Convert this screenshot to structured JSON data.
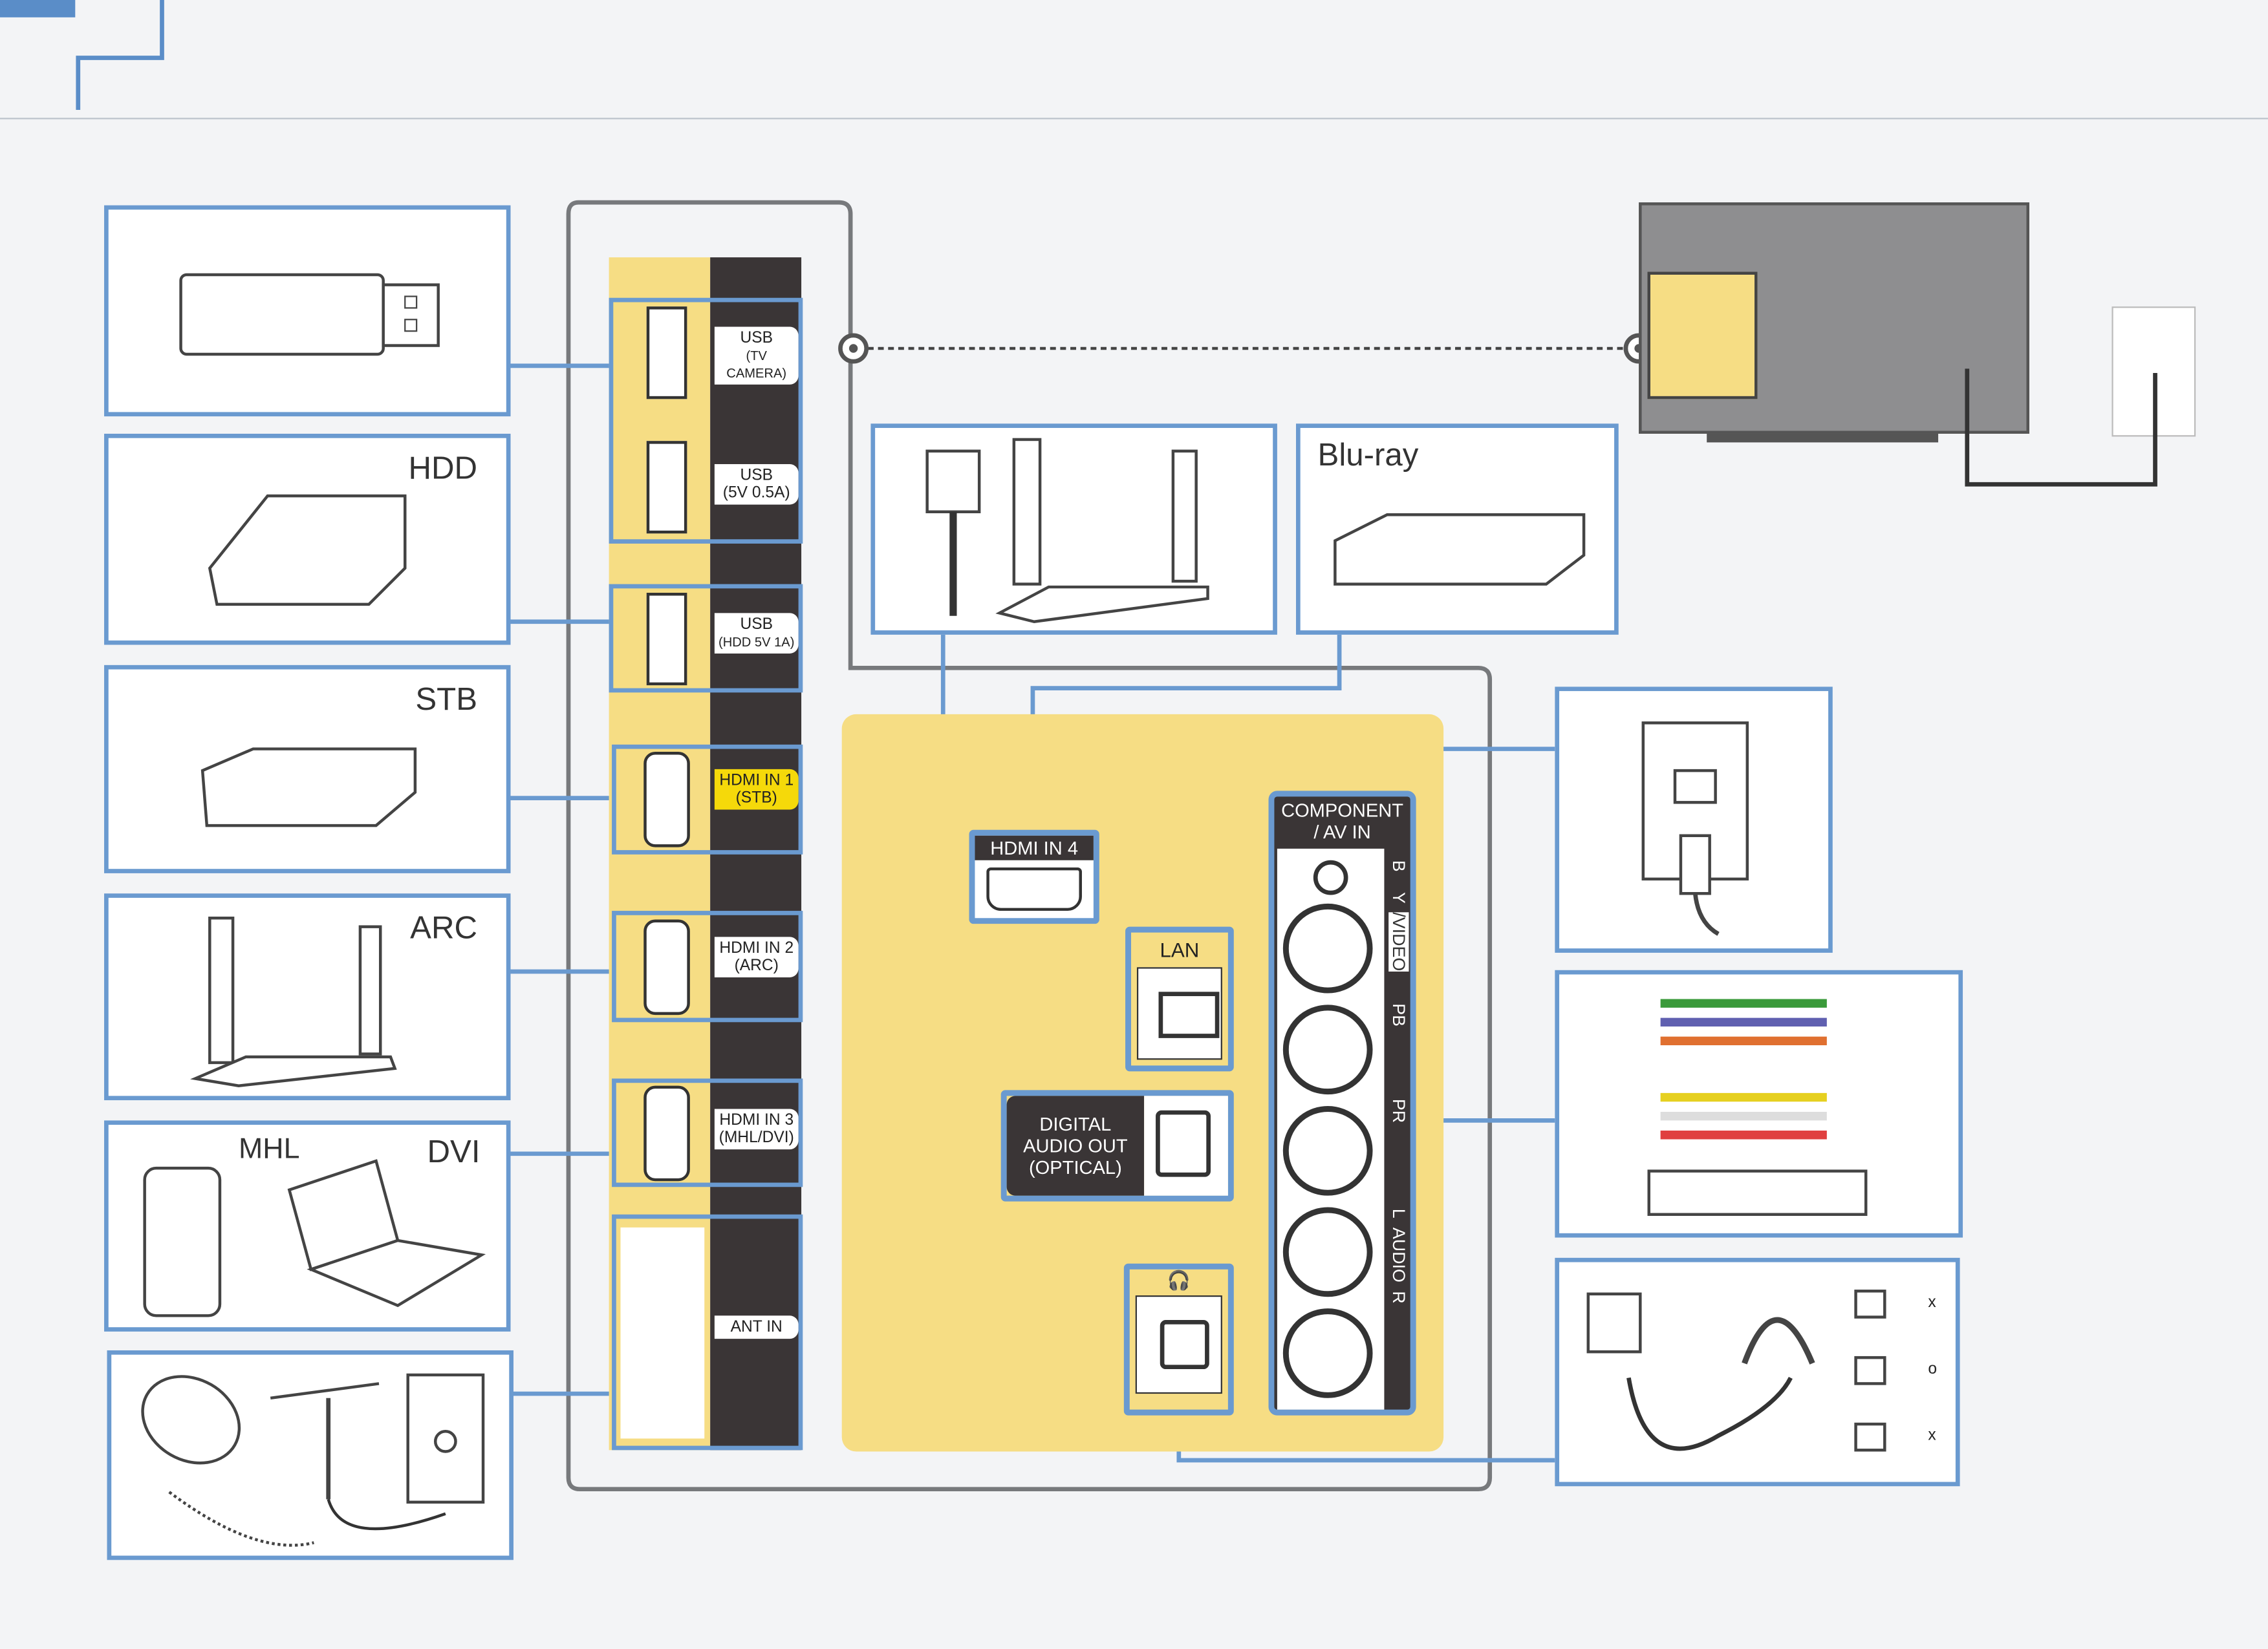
{
  "devices": {
    "hdd": "HDD",
    "stb": "STB",
    "arc": "ARC",
    "mhl": "MHL",
    "dvi": "DVI",
    "bluray": "Blu-ray"
  },
  "side_ports": [
    {
      "line1": "USB",
      "line2": "(TV CAMERA)",
      "icon": "usb-icon"
    },
    {
      "line1": "USB",
      "line2": "(5V 0.5A)",
      "icon": "usb-icon"
    },
    {
      "line1": "USB",
      "line2": "(HDD 5V 1A)",
      "icon": "usb-icon"
    },
    {
      "line1": "HDMI IN 1",
      "line2": "(STB)",
      "highlight": "#f5d90a"
    },
    {
      "line1": "HDMI IN 2",
      "line2": "(ARC)"
    },
    {
      "line1": "HDMI IN 3",
      "line2": "(MHL/DVI)"
    },
    {
      "line1": "ANT IN",
      "line2": ""
    }
  ],
  "rear_ports": {
    "hdmi4": "HDMI IN 4",
    "lan": "LAN",
    "optical": [
      "DIGITAL",
      "AUDIO OUT",
      "(OPTICAL)"
    ],
    "component_title": [
      "COMPONENT",
      "/ AV IN"
    ],
    "component_labels": {
      "ir": "B",
      "y": "Y",
      "video": "/VIDEO",
      "pb": "PB",
      "pr": "PR",
      "l": "L",
      "audio": "AUDIO",
      "r": "R"
    },
    "headphone": "headphone-icon"
  },
  "headphone_plugs": [
    "x",
    "o",
    "x"
  ],
  "colors": {
    "accent_blue": "#6a9ad0",
    "panel_yellow": "#f6dd84",
    "dark": "#3a3536",
    "highlight": "#f5d90a"
  }
}
